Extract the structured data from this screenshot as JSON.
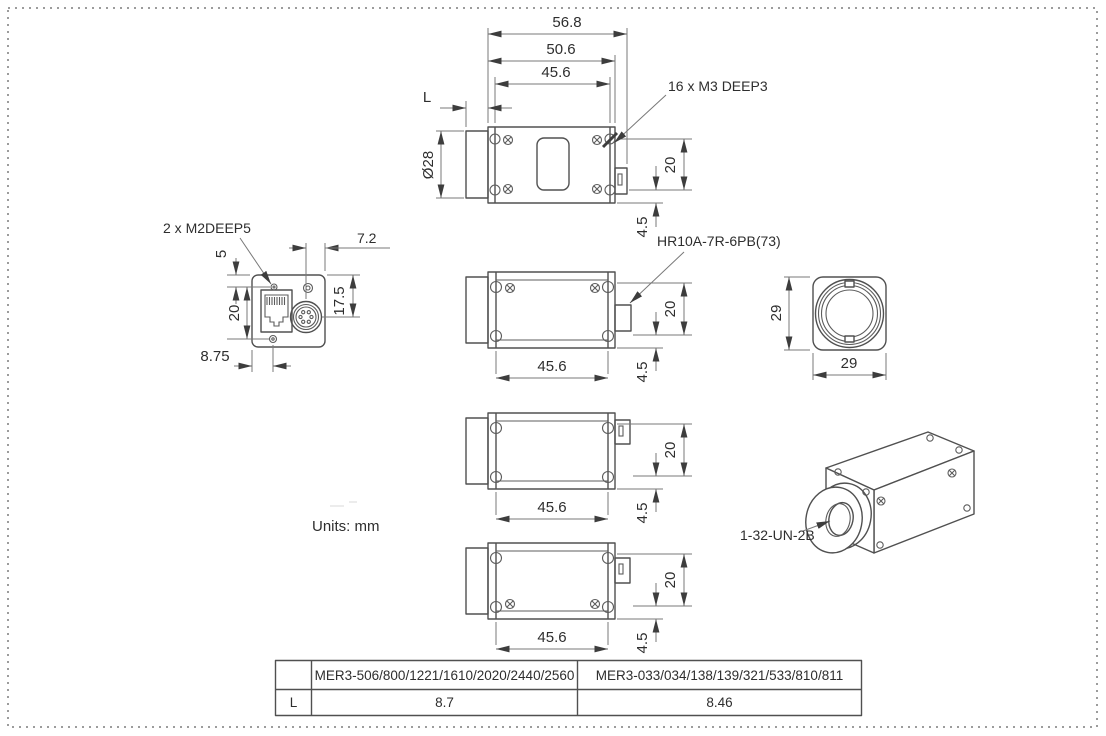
{
  "drawing": {
    "units_label": "Units: mm",
    "top_view": {
      "dim_overall_length": "56.8",
      "dim_body_length": "50.6",
      "dim_mount_length": "45.6",
      "dim_lens_protrusion": "L",
      "dim_barrel_diameter": "Ø28",
      "screw_note": "16 x M3 DEEP3",
      "dim_connector_height": "20",
      "dim_connector_offset": "4.5"
    },
    "back_view": {
      "screw_note": "2 x M2DEEP5",
      "dim_connector_to_edge": "7.2",
      "dim_hole_to_top": "5",
      "dim_connector_center": "17.5",
      "dim_hole_spacing": "20",
      "dim_hole_to_left": "8.75"
    },
    "side_view_top": {
      "connector_label": "HR10A-7R-6PB(73)",
      "dim_mount_length": "45.6",
      "dim_connector_height": "20",
      "dim_connector_offset": "4.5"
    },
    "front_view": {
      "dim_height": "29",
      "dim_width": "29"
    },
    "side_view_middle": {
      "dim_mount_length": "45.6",
      "dim_connector_height": "20",
      "dim_connector_offset": "4.5"
    },
    "side_view_bottom": {
      "dim_mount_length": "45.6",
      "dim_connector_height": "20",
      "dim_connector_offset": "4.5"
    },
    "perspective_view": {
      "thread_label": "1-32-UN-2B"
    }
  },
  "table": {
    "row_label": "L",
    "columns": [
      "MER3-506/800/1221/1610/2020/2440/2560",
      "MER3-033/034/138/139/321/533/810/811"
    ],
    "values": [
      "8.7",
      "8.46"
    ]
  },
  "colors": {
    "line": "#505050",
    "dim_line": "#787878",
    "text": "#2e2e2e",
    "border_dots": "#9c9c9c",
    "background": "#ffffff"
  }
}
